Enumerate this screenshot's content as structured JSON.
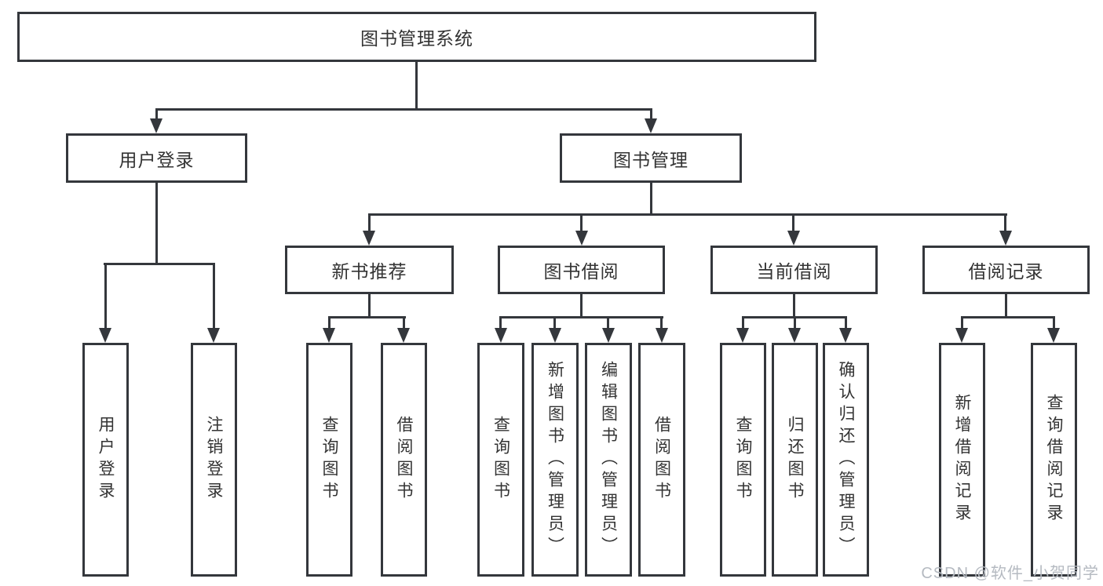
{
  "diagram": {
    "root": "图书管理系统",
    "level2": [
      "用户登录",
      "图书管理"
    ],
    "level3": [
      "新书推荐",
      "图书借阅",
      "当前借阅",
      "借阅记录"
    ],
    "leaves": {
      "login": [
        "用户登录",
        "注销登录"
      ],
      "recommend": [
        "查询图书",
        "借阅图书"
      ],
      "borrow": [
        "查询图书",
        "新增图书（管理员）",
        "编辑图书（管理员）",
        "借阅图书"
      ],
      "current": [
        "查询图书",
        "归还图书",
        "确认归还（管理员）"
      ],
      "records": [
        "新增借阅记录",
        "查询借阅记录"
      ]
    }
  },
  "watermark": "CSDN @软件_小贺同学",
  "colors": {
    "line": "#34373c",
    "text": "#333333",
    "background": "#ffffff",
    "watermark": "#b5bac1"
  }
}
